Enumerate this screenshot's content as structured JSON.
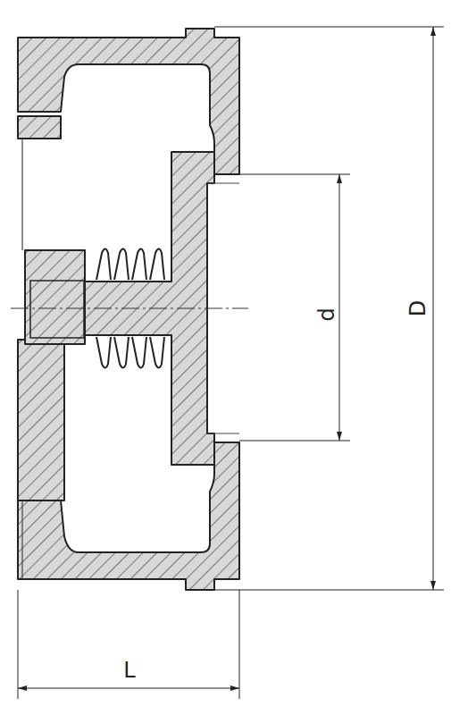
{
  "diagram": {
    "labels": [
      "D",
      "d",
      "L"
    ]
  }
}
